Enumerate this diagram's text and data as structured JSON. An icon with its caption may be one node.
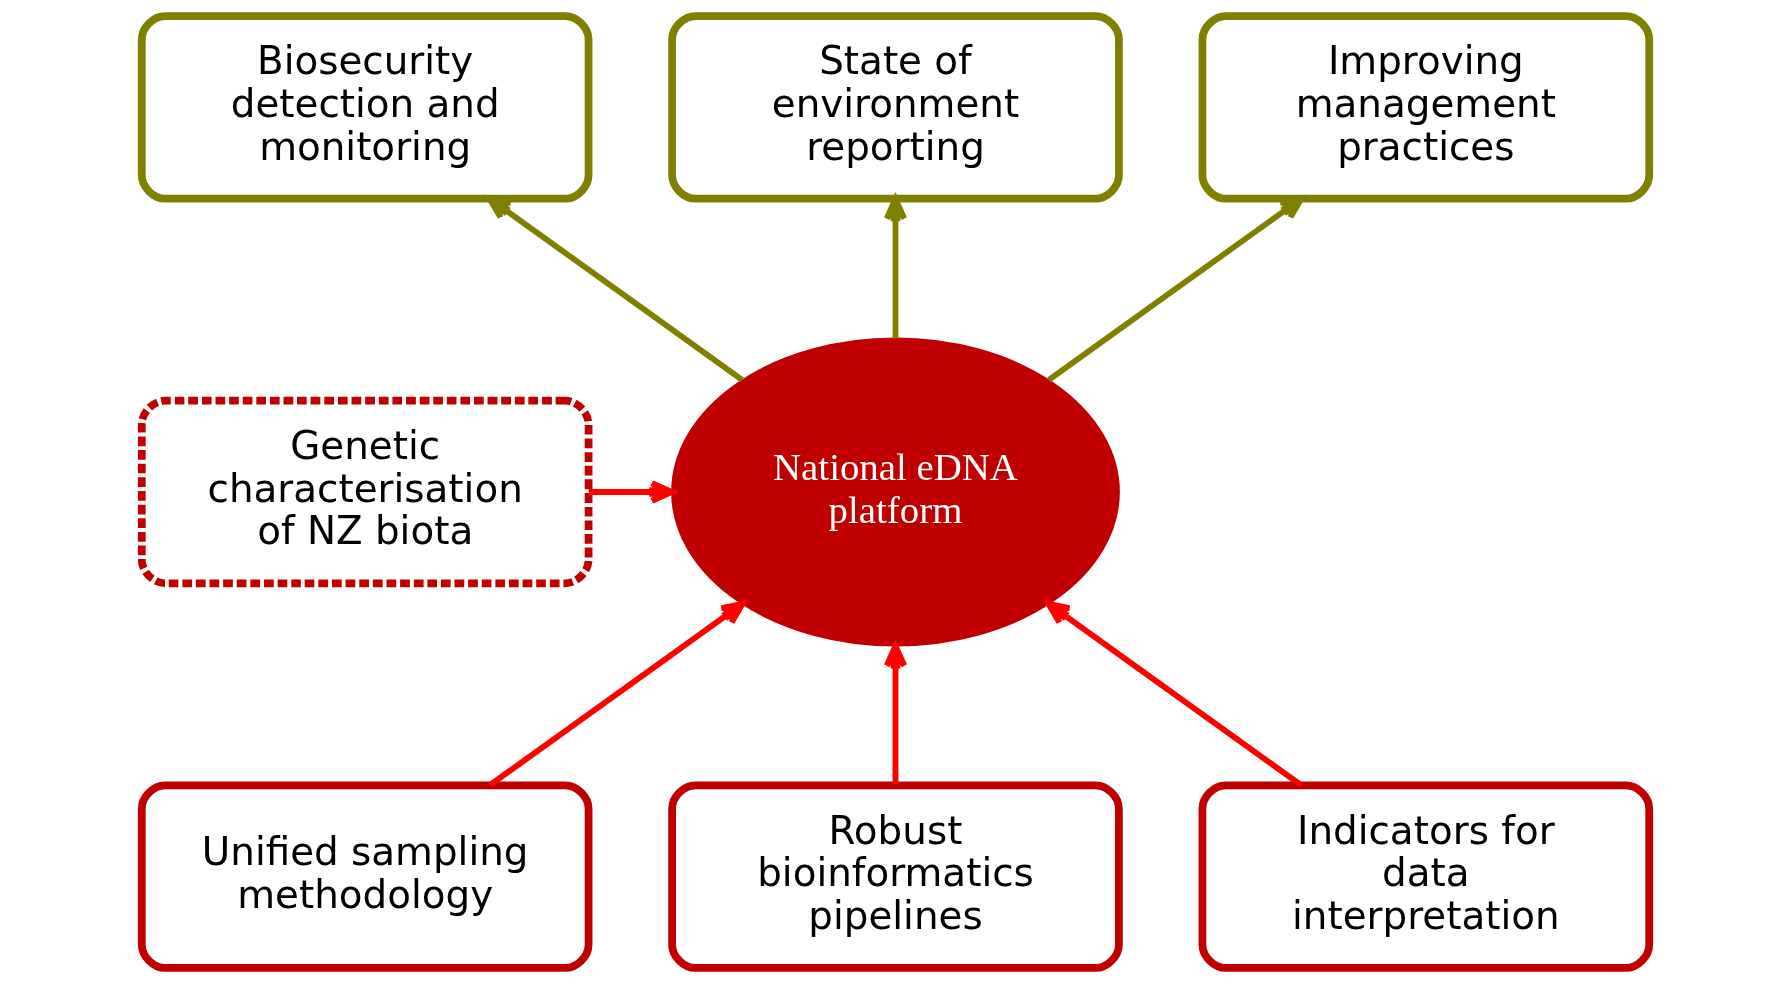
{
  "diagram": {
    "nodes": [
      {
        "text": [
          "National eDNA platform"
        ]
      },
      {
        "text": [
          "Biosecurity detection and monitoring"
        ]
      },
      {
        "text": [
          "State of environment reporting"
        ]
      },
      {
        "text": [
          "Improving management practices"
        ]
      },
      {
        "text": [
          "Genetic characterisation of NZ biota"
        ]
      },
      {
        "text": [
          "Unified sampling methodology"
        ]
      },
      {
        "text": [
          "Robust bioinformatics pipelines"
        ]
      },
      {
        "text": [
          "Indicators for data interpretation"
        ]
      }
    ],
    "edges": [
      {
        "from": 0,
        "to": 1,
        "arrow": "to",
        "color": "#808000"
      },
      {
        "from": 0,
        "to": 2,
        "arrow": "to",
        "color": "#808000"
      },
      {
        "from": 0,
        "to": 3,
        "arrow": "to",
        "color": "#808000"
      },
      {
        "from": 4,
        "to": 0,
        "arrow": "to"
      },
      {
        "from": 5,
        "to": 0,
        "arrow": "to"
      },
      {
        "from": 6,
        "to": 0,
        "arrow": "to"
      },
      {
        "from": 7,
        "to": 0,
        "arrow": "to"
      }
    ]
  }
}
